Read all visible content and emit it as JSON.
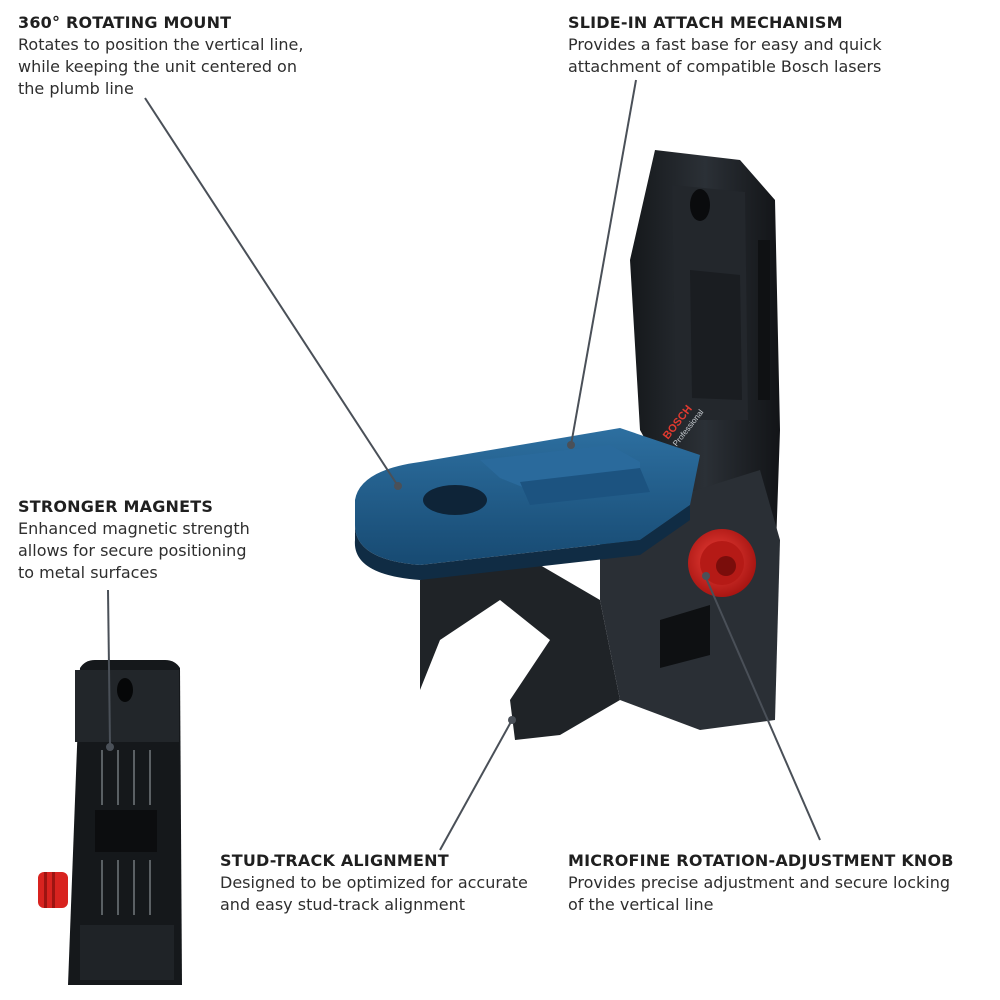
{
  "callouts": {
    "rotating_mount": {
      "title": "360° ROTATING MOUNT",
      "lines": [
        "Rotates to position the vertical line,",
        "while keeping the unit centered on",
        "the plumb line"
      ]
    },
    "slide_in": {
      "title": "SLIDE-IN ATTACH MECHANISM",
      "lines": [
        "Provides a fast base for easy and quick",
        "attachment of compatible Bosch lasers"
      ]
    },
    "magnets": {
      "title": "STRONGER MAGNETS",
      "lines": [
        "Enhanced magnetic strength",
        "allows for secure positioning",
        "to metal surfaces"
      ]
    },
    "stud_track": {
      "title": "STUD-TRACK ALIGNMENT",
      "lines": [
        "Designed to be optimized for accurate",
        "and easy stud-track alignment"
      ]
    },
    "knob": {
      "title": "MICROFINE ROTATION-ADJUSTMENT KNOB",
      "lines": [
        "Provides precise adjustment and secure locking",
        "of the vertical line"
      ]
    }
  },
  "product": {
    "brand": "BOSCH",
    "sub_brand": "Professional",
    "colors": {
      "blue": "#1f5f8f",
      "body": "#1c1f23",
      "knob": "#d8231f",
      "leader": "#4a5058"
    }
  }
}
